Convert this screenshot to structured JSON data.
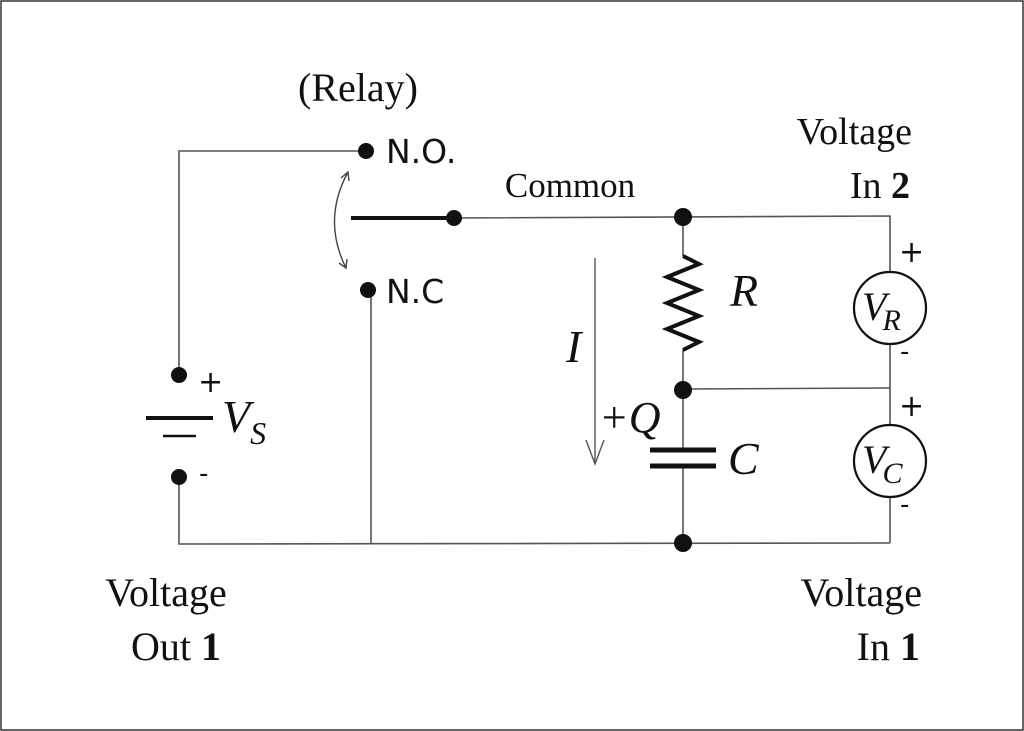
{
  "relay": {
    "title": "(Relay)",
    "no_label": "N.O.",
    "nc_label": "N.C",
    "common_label": "Common"
  },
  "source": {
    "symbol": "V",
    "subscript": "S",
    "plus": "+",
    "minus": "-"
  },
  "resistor": {
    "label": "R"
  },
  "capacitor": {
    "label": "C",
    "charge_label": "+Q"
  },
  "current": {
    "label": "I"
  },
  "meter_r": {
    "symbol": "V",
    "subscript": "R",
    "plus": "+",
    "minus": "-"
  },
  "meter_c": {
    "symbol": "V",
    "subscript": "C",
    "plus": "+",
    "minus": "-"
  },
  "corner_labels": {
    "voltage_in_2": {
      "line1": "Voltage",
      "line2_prefix": "In ",
      "line2_num": "2"
    },
    "voltage_out_1": {
      "line1": "Voltage",
      "line2_prefix": "Out ",
      "line2_num": "1"
    },
    "voltage_in_1": {
      "line1": "Voltage",
      "line2_prefix": "In ",
      "line2_num": "1"
    }
  }
}
